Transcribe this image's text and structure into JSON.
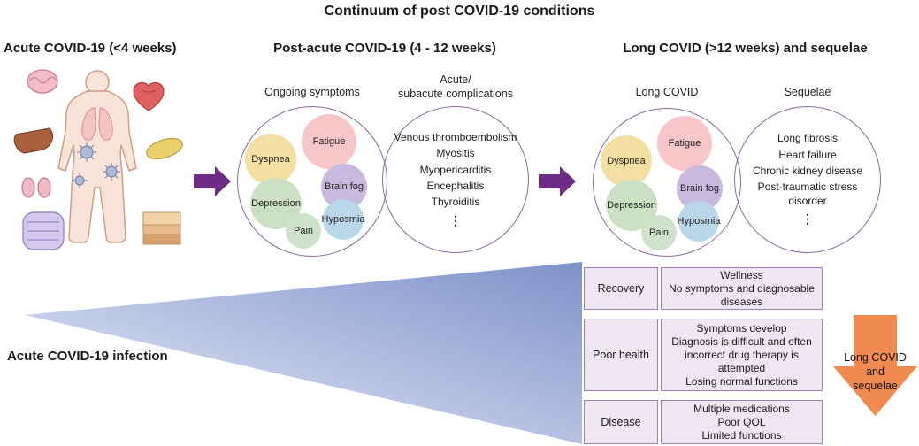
{
  "title": "Continuum of post COVID-19 conditions",
  "colors": {
    "arrow_purple": "#6f2c85",
    "arrow_orange": "#f08a50",
    "circle_border": "#8b6a9c",
    "table_fill": "#eee7f2",
    "table_border": "#9b7fae",
    "wedge_dark": "#7e91c9",
    "wedge_light": "#eef1fb"
  },
  "phases": {
    "acute": {
      "header": "Acute COVID-19 (<4 weeks)",
      "timeline_label": "Acute COVID-19 infection"
    },
    "post_acute": {
      "header": "Post-acute COVID-19 (4 - 12 weeks)",
      "ongoing_symptoms": {
        "label": "Ongoing symptoms",
        "bubbles": [
          {
            "label": "Dyspnea",
            "color": "#f3dfa2"
          },
          {
            "label": "Fatigue",
            "color": "#f6c6c9"
          },
          {
            "label": "Brain fog",
            "color": "#c9b9df"
          },
          {
            "label": "Depression",
            "color": "#cce0c3"
          },
          {
            "label": "Hyposmia",
            "color": "#b9d7e9"
          },
          {
            "label": "Pain",
            "color": "#cfe3cc"
          }
        ]
      },
      "complications": {
        "label": "Acute/\nsubacute complications",
        "items": [
          "Venous thromboembolism",
          "Myositis",
          "Myopericarditis",
          "Encephalitis",
          "Thyroiditis",
          "⋮"
        ]
      }
    },
    "long_covid": {
      "header": "Long COVID (>12 weeks) and sequelae",
      "long_covid_circle": {
        "label": "Long COVID",
        "bubbles": [
          {
            "label": "Dyspnea",
            "color": "#f3dfa2"
          },
          {
            "label": "Fatigue",
            "color": "#f6c6c9"
          },
          {
            "label": "Brain fog",
            "color": "#c9b9df"
          },
          {
            "label": "Depression",
            "color": "#cce0c3"
          },
          {
            "label": "Hyposmia",
            "color": "#b9d7e9"
          },
          {
            "label": "Pain",
            "color": "#cfe3cc"
          }
        ]
      },
      "sequelae": {
        "label": "Sequelae",
        "items": [
          "Long fibrosis",
          "Heart failure",
          "Chronic kidney disease",
          "Post-traumatic stress disorder",
          "⋮"
        ]
      }
    }
  },
  "outcomes": {
    "rows": [
      {
        "state": "Recovery",
        "description": "Wellness\nNo symptoms and diagnosable diseases"
      },
      {
        "state": "Poor health",
        "description": "Symptoms develop\nDiagnosis is difficult and often incorrect drug therapy is attempted\nLosing normal functions"
      },
      {
        "state": "Disease",
        "description": "Multiple medications\nPoor QOL\nLimited functions"
      }
    ],
    "arrow_label": "Long COVID\nand\nsequelae"
  }
}
